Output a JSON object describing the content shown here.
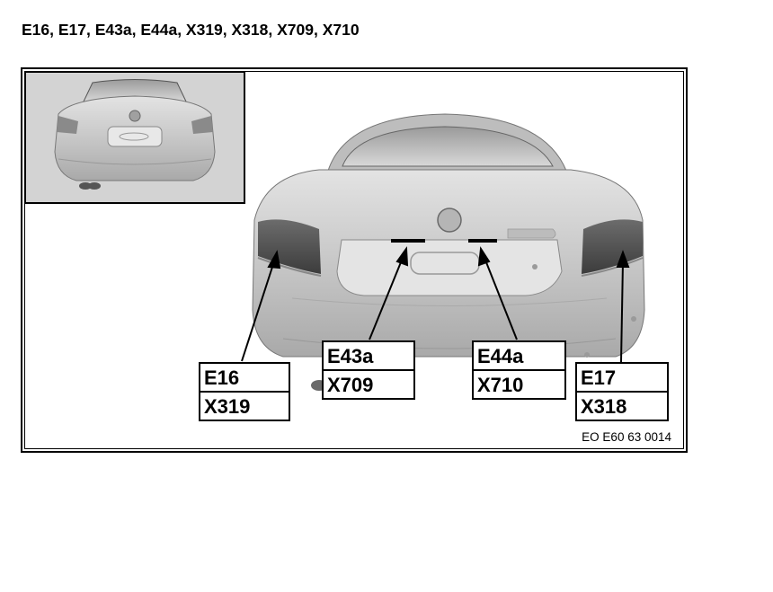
{
  "heading": "E16, E17, E43a, E44a, X319, X318, X709, X710",
  "figure_ref": "EO E60 63 0014",
  "callouts": [
    {
      "component": "E16",
      "connector": "X319"
    },
    {
      "component": "E43a",
      "connector": "X709"
    },
    {
      "component": "E44a",
      "connector": "X710"
    },
    {
      "component": "E17",
      "connector": "X318"
    }
  ]
}
